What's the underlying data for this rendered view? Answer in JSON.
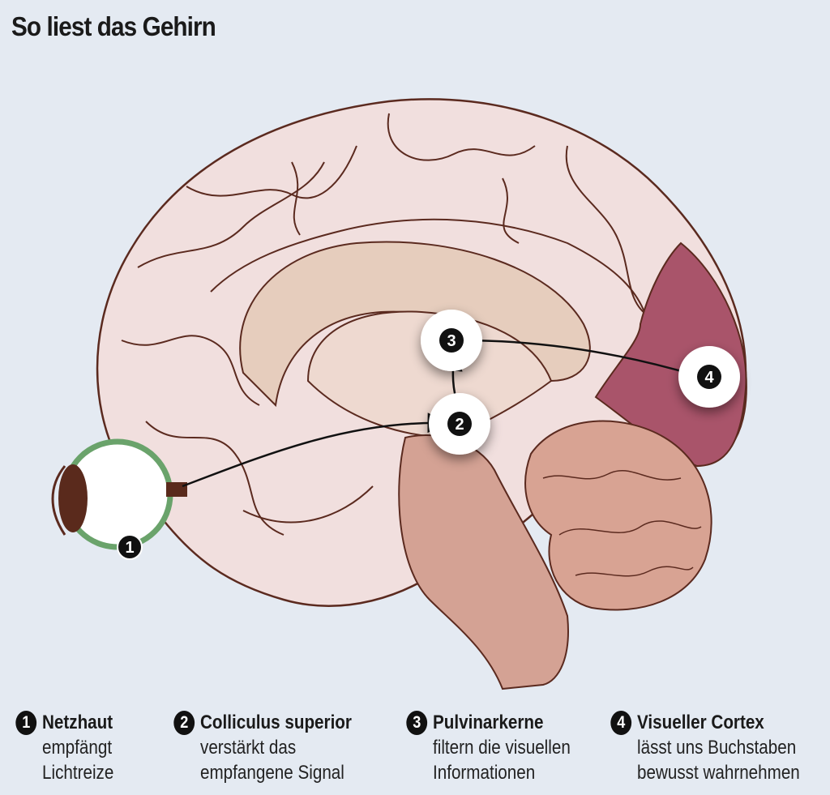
{
  "title": "So liest das Gehirn",
  "colors": {
    "background": "#e4eaf2",
    "cortex": "#f1dfde",
    "inner": "#e6cdbd",
    "brainstem": "#d4a294",
    "cerebellum": "#d8a393",
    "visual_cortex": "#a9546a",
    "outline": "#5b2a1f",
    "eye_ring": "#6aa36b"
  },
  "markers": [
    "1",
    "2",
    "3",
    "4"
  ],
  "legend": [
    {
      "num": "1",
      "title": "Netzhaut",
      "line1": "empfängt",
      "line2": "Lichtreize"
    },
    {
      "num": "2",
      "title": "Colliculus superior",
      "line1": "verstärkt das",
      "line2": "empfangene Signal"
    },
    {
      "num": "3",
      "title": "Pulvinarkerne",
      "line1": "filtern die visuellen",
      "line2": "Informationen"
    },
    {
      "num": "4",
      "title": "Visueller Cortex",
      "line1": "lässt uns Buchstaben",
      "line2": "bewusst wahrnehmen"
    }
  ]
}
